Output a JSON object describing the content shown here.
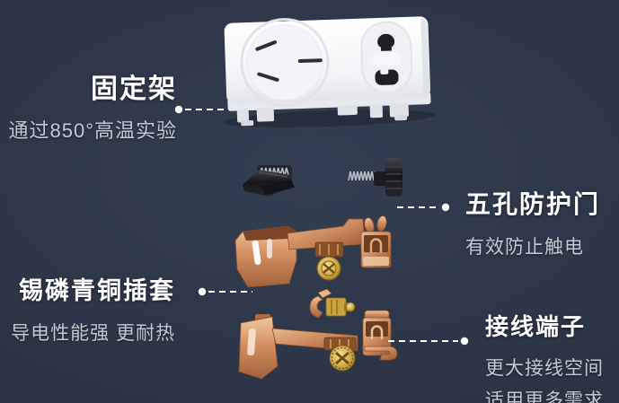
{
  "page": {
    "background": "#2c3546",
    "vignette_edge": "#242d3b",
    "leader_color": "#ffffff"
  },
  "callouts": [
    {
      "id": "fixing-frame",
      "title": "固定架",
      "desc": "通过850°高温实验"
    },
    {
      "id": "protective-door",
      "title": "五孔防护门",
      "desc": "有效防止触电"
    },
    {
      "id": "bronze-sleeve",
      "title": "锡磷青铜插套",
      "desc": "导电性能强 更耐热"
    },
    {
      "id": "wiring-terminal",
      "title": "接线端子",
      "desc": "更大接线空间",
      "desc2": "适用更多需求"
    }
  ],
  "parts": [
    {
      "name": "socket-faceplate",
      "description_semantic": "white 5-hole socket frame, 3-pin round recess left, 2-pin recess right"
    },
    {
      "name": "protective-door-springs",
      "description_semantic": "two black shutter pieces with coil springs"
    },
    {
      "name": "bronze-contact-strip",
      "description_semantic": "copper contact sleeve assembly with brass screw"
    },
    {
      "name": "brass-clamp",
      "description_semantic": "small brass wiring clamp"
    },
    {
      "name": "wiring-terminal-strip",
      "description_semantic": "copper terminal strip assembly with brass screw"
    }
  ],
  "colors": {
    "title_text": "#ffffff",
    "subtitle_text": "#c4cad4",
    "plate_white": "#f4f5f8",
    "plastic_black": "#17181c",
    "copper": "#cd8a5c",
    "brass": "#d2ab45"
  }
}
